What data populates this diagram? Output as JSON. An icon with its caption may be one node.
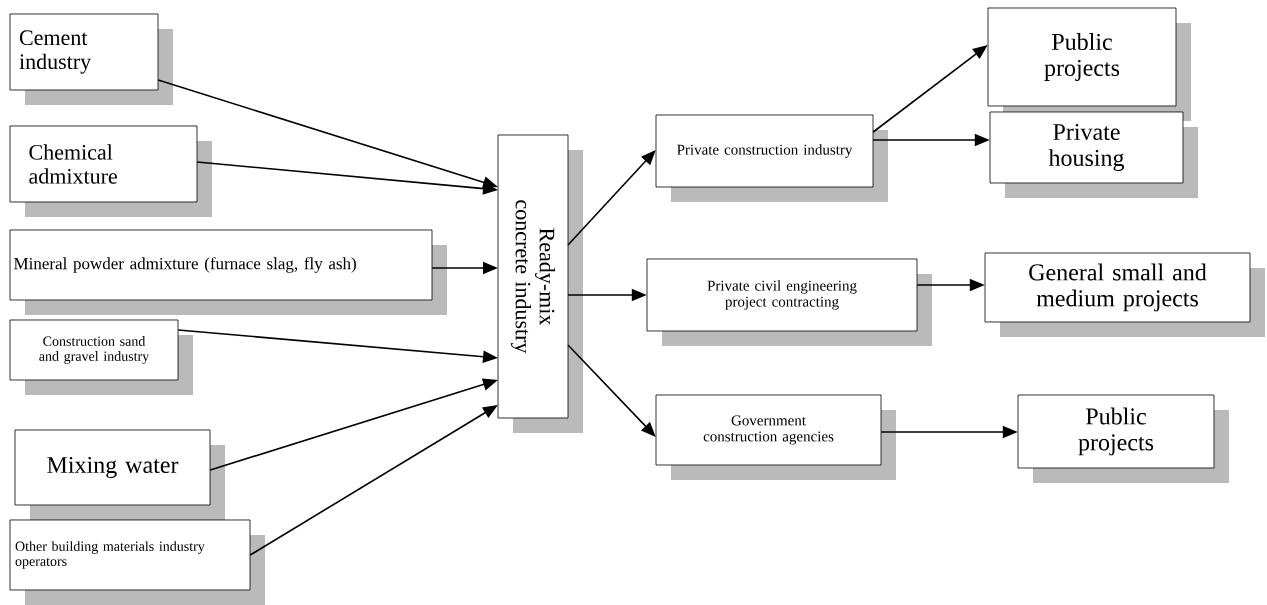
{
  "diagram": {
    "nodes": [
      {
        "text": [
          "Cement industry"
        ]
      },
      {
        "text": [
          "Chemical admixture"
        ]
      },
      {
        "text": [
          "Mineral powder admixture (furnace slag, fly ash)"
        ]
      },
      {
        "text": [
          "Construction sand and gravel industry"
        ]
      },
      {
        "text": [
          "Mixing water"
        ]
      },
      {
        "text": [
          "Other building materials industry operators"
        ]
      },
      {
        "text": [
          "Ready-mix concrete industry"
        ]
      },
      {
        "text": [
          "Private construction industry"
        ]
      },
      {
        "text": [
          "Private civil engineering project contracting"
        ]
      },
      {
        "text": [
          "Government construction agencies"
        ]
      },
      {
        "text": [
          "Public projects"
        ]
      },
      {
        "text": [
          "Private housing"
        ]
      },
      {
        "text": [
          "General small and medium projects"
        ]
      },
      {
        "text": [
          "Public projects"
        ]
      }
    ],
    "edges": [
      {
        "from": 0,
        "to": 6,
        "arrow": "to"
      },
      {
        "from": 1,
        "to": 6,
        "arrow": "to"
      },
      {
        "from": 2,
        "to": 6,
        "arrow": "to"
      },
      {
        "from": 3,
        "to": 6,
        "arrow": "to"
      },
      {
        "from": 4,
        "to": 6,
        "arrow": "to"
      },
      {
        "from": 5,
        "to": 6,
        "arrow": "to"
      },
      {
        "from": 6,
        "to": 7,
        "arrow": "to"
      },
      {
        "from": 6,
        "to": 8,
        "arrow": "to"
      },
      {
        "from": 6,
        "to": 9,
        "arrow": "to"
      },
      {
        "from": 7,
        "to": 10,
        "arrow": "to"
      },
      {
        "from": 7,
        "to": 11,
        "arrow": "to"
      },
      {
        "from": 8,
        "to": 12,
        "arrow": "to"
      },
      {
        "from": 9,
        "to": 13,
        "arrow": "to"
      }
    ]
  }
}
